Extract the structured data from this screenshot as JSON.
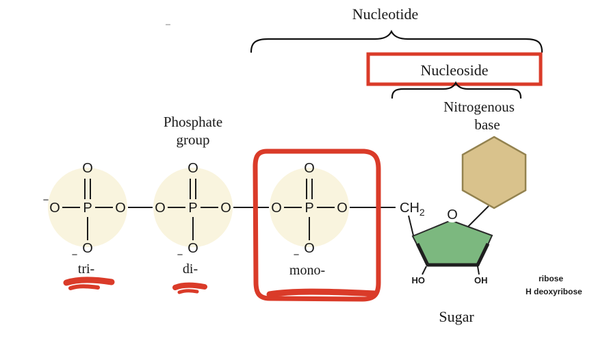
{
  "diagram": {
    "nucleotide": "Nucleotide",
    "nucleoside": "Nucleoside",
    "nitrogenous_line1": "Nitrogenous",
    "nitrogenous_line2": "base",
    "phosphate_line1": "Phosphate",
    "phosphate_line2": "group",
    "sugar": "Sugar",
    "tri": "tri-",
    "di": "di-",
    "mono": "mono-"
  },
  "atoms": {
    "O": "O",
    "P": "P",
    "CH": "CH",
    "sub2": "2",
    "minus": "−"
  },
  "sugar_labels": {
    "HO": "HO",
    "OH": "OH",
    "ribose": "ribose",
    "deoxyribose": "H deoxyribose"
  },
  "colors": {
    "annotation_red": "#da3b29",
    "phosphate_circle": "#f9f4de",
    "sugar_green": "#7cb87f",
    "sugar_edge_dark": "#1f1f1f",
    "base_tan": "#d9c28c",
    "base_outline": "#93824f",
    "line_black": "#1a1a1a"
  }
}
